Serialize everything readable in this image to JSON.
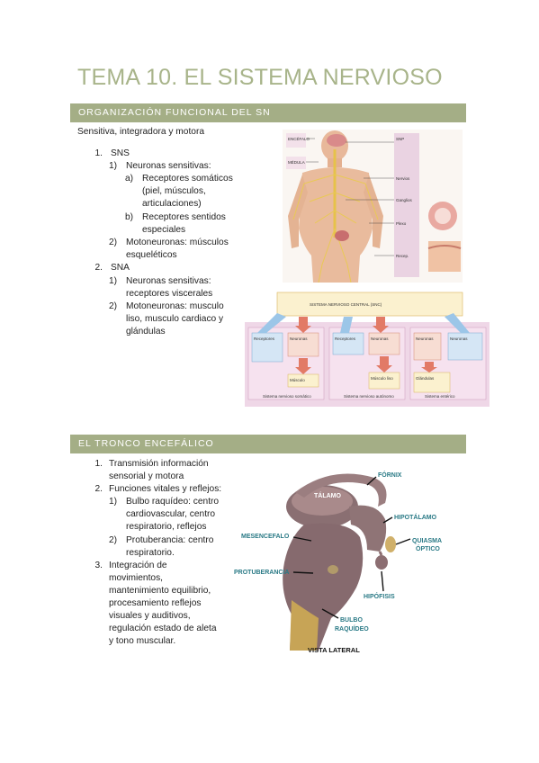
{
  "title": "TEMA 10. EL SISTEMA NERVIOSO",
  "section1": {
    "heading": "ORGANIZACIÓN FUNCIONAL DEL SN",
    "intro": "Sensitiva, integradora y motora",
    "items": {
      "sns": "SNS",
      "sns_1": "Neuronas sensitivas:",
      "sns_1a_l1": "Receptores somáticos",
      "sns_1a_l2": "(piel, músculos,",
      "sns_1a_l3": "articulaciones)",
      "sns_1b_l1": "Receptores sentidos",
      "sns_1b_l2": "especiales",
      "sns_2_l1": "Motoneuronas: músculos",
      "sns_2_l2": "esqueléticos",
      "sna": "SNA",
      "sna_1_l1": "Neuronas sensitivas:",
      "sna_1_l2": "receptores viscerales",
      "sna_2_l1": "Motoneuronas: musculo",
      "sna_2_l2": "liso, musculo cardiaco y",
      "sna_2_l3": "glándulas"
    }
  },
  "section2": {
    "heading": "EL TRONCO ENCEFÁLICO",
    "items": {
      "i1_l1": "Transmisión información",
      "i1_l2": "sensorial y motora",
      "i2": "Funciones vitales y reflejos:",
      "i2_1_l1": "Bulbo raquídeo: centro",
      "i2_1_l2": "cardiovascular, centro",
      "i2_1_l3": "respiratorio, reflejos",
      "i2_2_l1": "Protuberancia: centro",
      "i2_2_l2": "respiratorio.",
      "i3_l1": "Integración de",
      "i3_l2": "movimientos,",
      "i3_l3": "mantenimiento equilibrio,",
      "i3_l4": "procesamiento reflejos",
      "i3_l5": "visuales y auditivos,",
      "i3_l6": "regulación estado de aleta",
      "i3_l7": "y tono muscular."
    }
  },
  "markers": {
    "n1": "1.",
    "n2": "2.",
    "n3": "3.",
    "p1": "1)",
    "p2": "2)",
    "la": "a)",
    "lb": "b)"
  },
  "brain_labels": {
    "fornix": "FÓRNIX",
    "talamo": "TÁLAMO",
    "hipotalamo": "HIPOTÁLAMO",
    "mesencefalo": "MESENCEFALO",
    "quiasma_l1": "QUIASMA",
    "quiasma_l2": "ÓPTICO",
    "protuberancia": "PROTUBERANCIA",
    "hipofisis": "HIPÓFISIS",
    "bulbo_l1": "BULBO",
    "bulbo_l2": "RAQUÍDEO",
    "vista": "VISTA LATERAL"
  },
  "colors": {
    "accent": "#a4ae86",
    "title": "#a8b48a",
    "label_teal": "#2a7a86"
  }
}
